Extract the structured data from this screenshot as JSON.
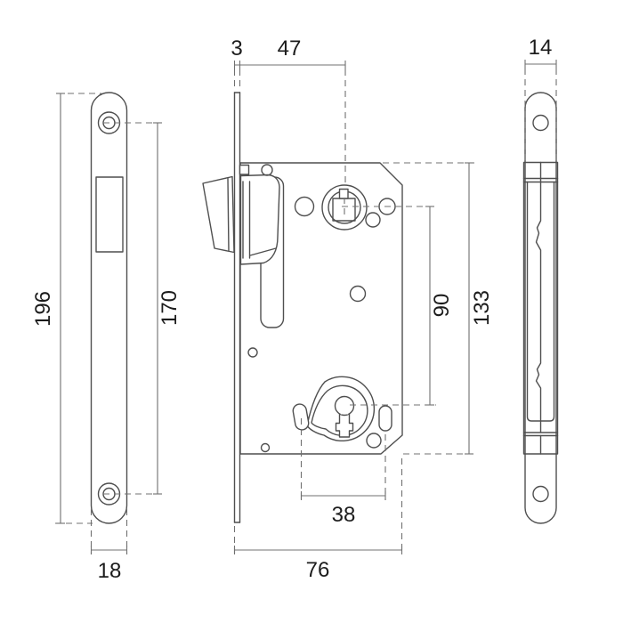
{
  "title": "Magnetic mortise lock dimensional drawing",
  "dims": {
    "plate_height": "196",
    "screw_spacing": "170",
    "plate_width": "18",
    "plate_thickness": "3",
    "backset": "47",
    "follower_to_cam": "90",
    "case_height": "133",
    "slot_spacing": "38",
    "case_depth": "76",
    "side_width": "14"
  },
  "colors": {
    "background": "#ffffff",
    "object_line": "#4f4f4f",
    "dim_line": "#707070",
    "label_text": "#1c1c1c"
  }
}
